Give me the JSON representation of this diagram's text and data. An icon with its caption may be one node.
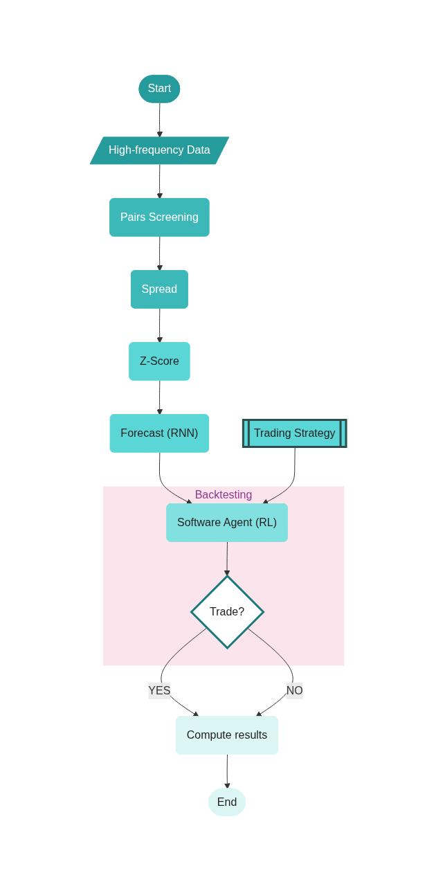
{
  "diagram": {
    "nodes": [
      {
        "text": [
          "Start"
        ]
      },
      {
        "text": [
          "High-frequency Data"
        ]
      },
      {
        "text": [
          "Pairs Screening"
        ]
      },
      {
        "text": [
          "Spread"
        ]
      },
      {
        "text": [
          "Z-Score"
        ]
      },
      {
        "text": [
          "Forecast (RNN)"
        ]
      },
      {
        "text": [
          "Trading Strategy"
        ]
      },
      {
        "text": [
          "Backtesting"
        ]
      },
      {
        "text": [
          "Software Agent (RL)"
        ],
        "in": 7
      },
      {
        "text": [
          "Trade?"
        ],
        "in": 7
      },
      {
        "text": [
          "Compute results"
        ]
      },
      {
        "text": [
          "End"
        ]
      }
    ],
    "edges": [
      {
        "from": 0,
        "to": 1,
        "arrow": "to"
      },
      {
        "from": 1,
        "to": 2,
        "arrow": "to"
      },
      {
        "from": 2,
        "to": 3,
        "arrow": "to"
      },
      {
        "from": 3,
        "to": 4,
        "arrow": "to"
      },
      {
        "from": 4,
        "to": 5,
        "arrow": "to"
      },
      {
        "from": 5,
        "to": 8,
        "arrow": "to"
      },
      {
        "from": 6,
        "to": 8,
        "arrow": "to"
      },
      {
        "from": 8,
        "to": 9,
        "arrow": "to"
      },
      {
        "from": 9,
        "to": 10,
        "label": "YES",
        "arrow": "to"
      },
      {
        "from": 9,
        "to": 10,
        "label": "NO",
        "arrow": "to"
      },
      {
        "from": 10,
        "to": 11,
        "arrow": "to"
      }
    ]
  }
}
